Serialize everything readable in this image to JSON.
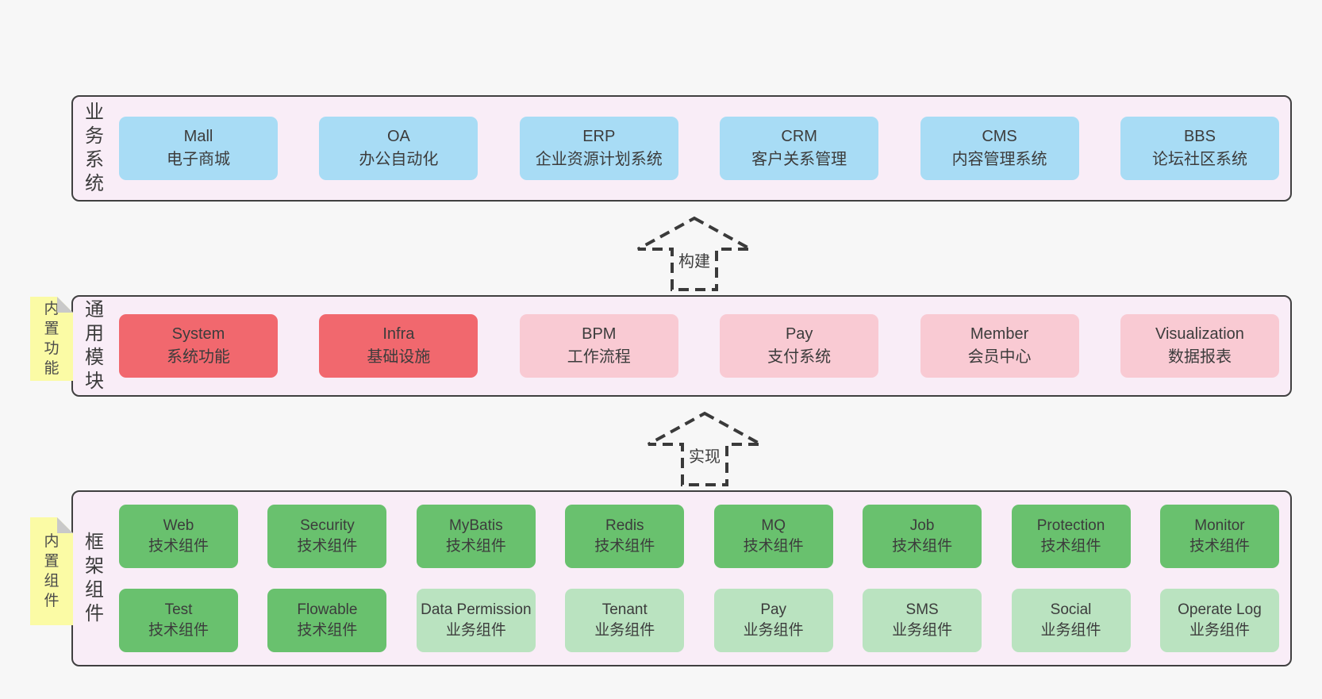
{
  "colors": {
    "page_bg": "#f7f7f7",
    "layer_bg": "#f9edf7",
    "layer_border": "#404040",
    "business_box_bg": "#a8dcf5",
    "core_module_box_bg": "#f1686e",
    "module_box_bg": "#f9cad3",
    "tech_component_box_bg": "#69c16e",
    "biz_component_box_bg": "#bae3c0",
    "note_bg": "#fbfba5",
    "note_fold": "#c9c9c9",
    "text": "#3c3c3c",
    "arrow_stroke": "#3a3a3a"
  },
  "layers": {
    "business": {
      "label": "业务系统",
      "items": [
        {
          "title": "Mall",
          "subtitle": "电子商城"
        },
        {
          "title": "OA",
          "subtitle": "办公自动化"
        },
        {
          "title": "ERP",
          "subtitle": "企业资源计划系统"
        },
        {
          "title": "CRM",
          "subtitle": "客户关系管理"
        },
        {
          "title": "CMS",
          "subtitle": "内容管理系统"
        },
        {
          "title": "BBS",
          "subtitle": "论坛社区系统"
        }
      ]
    },
    "modules": {
      "label": "通用模块",
      "note": "内置功能",
      "items": [
        {
          "title": "System",
          "subtitle": "系统功能"
        },
        {
          "title": "Infra",
          "subtitle": "基础设施"
        },
        {
          "title": "BPM",
          "subtitle": "工作流程"
        },
        {
          "title": "Pay",
          "subtitle": "支付系统"
        },
        {
          "title": "Member",
          "subtitle": "会员中心"
        },
        {
          "title": "Visualization",
          "subtitle": "数据报表"
        }
      ]
    },
    "components": {
      "label": "框架组件",
      "note": "内置组件",
      "row1": [
        {
          "title": "Web",
          "subtitle": "技术组件"
        },
        {
          "title": "Security",
          "subtitle": "技术组件"
        },
        {
          "title": "MyBatis",
          "subtitle": "技术组件"
        },
        {
          "title": "Redis",
          "subtitle": "技术组件"
        },
        {
          "title": "MQ",
          "subtitle": "技术组件"
        },
        {
          "title": "Job",
          "subtitle": "技术组件"
        },
        {
          "title": "Protection",
          "subtitle": "技术组件"
        },
        {
          "title": "Monitor",
          "subtitle": "技术组件"
        }
      ],
      "row2": [
        {
          "title": "Test",
          "subtitle": "技术组件"
        },
        {
          "title": "Flowable",
          "subtitle": "技术组件"
        },
        {
          "title": "Data Permission",
          "subtitle": "业务组件"
        },
        {
          "title": "Tenant",
          "subtitle": "业务组件"
        },
        {
          "title": "Pay",
          "subtitle": "业务组件"
        },
        {
          "title": "SMS",
          "subtitle": "业务组件"
        },
        {
          "title": "Social",
          "subtitle": "业务组件"
        },
        {
          "title": "Operate Log",
          "subtitle": "业务组件"
        }
      ]
    }
  },
  "arrows": {
    "build": {
      "label": "构建"
    },
    "implement": {
      "label": "实现"
    }
  }
}
